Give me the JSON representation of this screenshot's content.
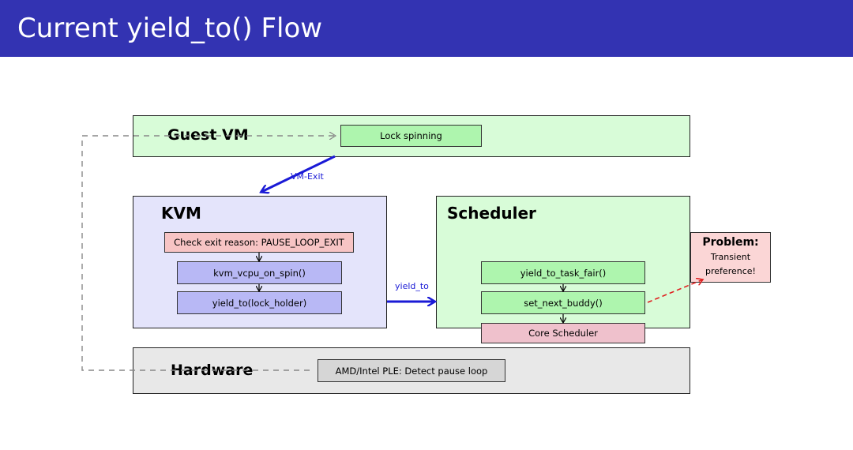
{
  "slide": {
    "title": "Current yield_to() Flow"
  },
  "layers": {
    "guest_vm": {
      "title": "Guest VM",
      "box": "Lock spinning"
    },
    "kvm": {
      "title": "KVM",
      "steps": [
        "Check exit reason: PAUSE_LOOP_EXIT",
        "kvm_vcpu_on_spin()",
        "yield_to(lock_holder)"
      ]
    },
    "scheduler": {
      "title": "Scheduler",
      "steps": [
        "yield_to_task_fair()",
        "set_next_buddy()"
      ],
      "core": "Core Scheduler"
    },
    "hardware": {
      "title": "Hardware",
      "box": "AMD/Intel PLE: Detect pause loop"
    },
    "problem": {
      "title": "Problem:",
      "line1": "Transient",
      "line2": "preference!"
    }
  },
  "edges": {
    "vm_exit": "VM-Exit",
    "yield_to": "yield_to"
  },
  "colors": {
    "header": "#3333b2",
    "guest_bg": "#d8fcd8",
    "kvm_bg": "#e4e4fb",
    "scheduler_bg": "#d8fcd8",
    "hardware_bg": "#e8e8e8",
    "green_box": "#aef5ae",
    "blue_box": "#b8b8f5",
    "red_box": "#f7c4c4",
    "pink_box": "#efc1cc",
    "grey_box": "#d6d6d6",
    "problem_bg": "#fbd6d6",
    "arrow_blue": "#1a1ad6",
    "arrow_red": "#e02020",
    "dashed_grey": "#888888"
  }
}
